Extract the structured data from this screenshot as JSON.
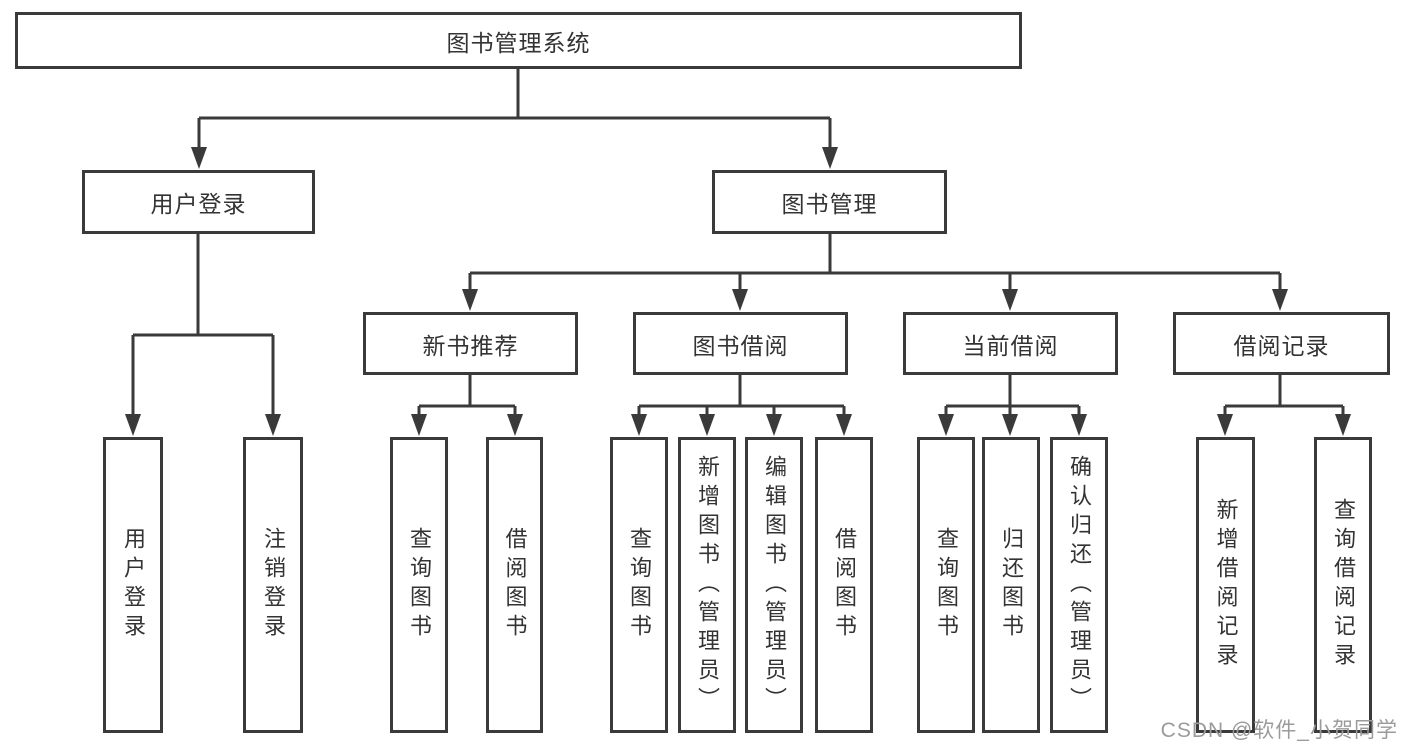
{
  "tree": {
    "label": "图书管理系统",
    "children": [
      {
        "label": "用户登录",
        "children": [
          {
            "label": "用户登录"
          },
          {
            "label": "注销登录"
          }
        ]
      },
      {
        "label": "图书管理",
        "children": [
          {
            "label": "新书推荐",
            "children": [
              {
                "label": "查询图书"
              },
              {
                "label": "借阅图书"
              }
            ]
          },
          {
            "label": "图书借阅",
            "children": [
              {
                "label": "查询图书"
              },
              {
                "label": "新增图书（管理员）"
              },
              {
                "label": "编辑图书（管理员）"
              },
              {
                "label": "借阅图书"
              }
            ]
          },
          {
            "label": "当前借阅",
            "children": [
              {
                "label": "查询图书"
              },
              {
                "label": "归还图书"
              },
              {
                "label": "确认归还（管理员）"
              }
            ]
          },
          {
            "label": "借阅记录",
            "children": [
              {
                "label": "新增借阅记录"
              },
              {
                "label": "查询借阅记录"
              }
            ]
          }
        ]
      }
    ]
  },
  "watermark": "CSDN @软件_小贺同学",
  "colors": {
    "line": "#3a3a3a",
    "text": "#333333",
    "watermark": "#9b9b9b",
    "background": "#ffffff"
  }
}
